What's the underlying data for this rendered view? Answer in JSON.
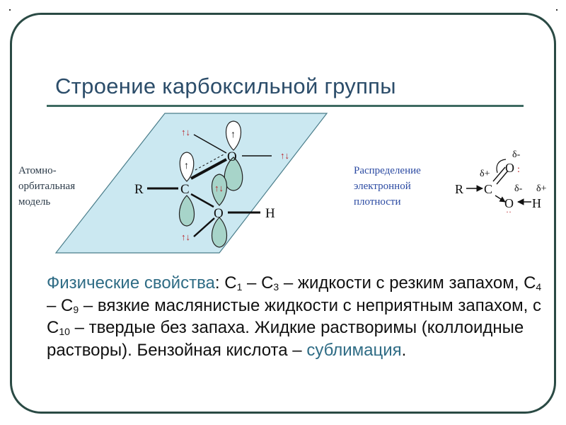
{
  "title": "Строение карбоксильной группы",
  "labels": {
    "atomic_model": [
      "Атомно-",
      "орбитальная",
      "модель"
    ],
    "density": [
      "Распределение",
      "электронной",
      "плотности"
    ]
  },
  "model_atoms": {
    "R": "R",
    "C": "C",
    "O_top": "O",
    "O_bottom": "O",
    "H": "H"
  },
  "spin_pair": "↑↓",
  "spin_up": "↑",
  "density_atoms": {
    "R": "R",
    "C": "C",
    "O_top": "O",
    "O_bottom": "O",
    "H": "H"
  },
  "density_charges": {
    "delta_minus": "δ-",
    "delta_plus": "δ+"
  },
  "physical_properties": {
    "label": "Физические свойства",
    "colon": ":",
    "c": "С",
    "n1": "1",
    "dash1": " – ",
    "n3": "3",
    "t1": " – жидкости с резким запахом, ",
    "n4": "4",
    "dash2": " – ",
    "n9": "9",
    "t2": " – вязкие маслянистые жидкости с неприятным запахом, с ",
    "n10": "10",
    "t3": " – твердые без запаха. Жидкие растворимы (коллоидные растворы). Бензойная кислота – ",
    "sublimation": "сублимация",
    "period": "."
  },
  "colors": {
    "title": "#2c4d6a",
    "accent": "#2f6c85",
    "frame": "#2a4a44",
    "plane": "#cbe8f1",
    "orbital": "#a7d4c9",
    "spin": "#b8262c",
    "density_label": "#2b4aa2"
  }
}
